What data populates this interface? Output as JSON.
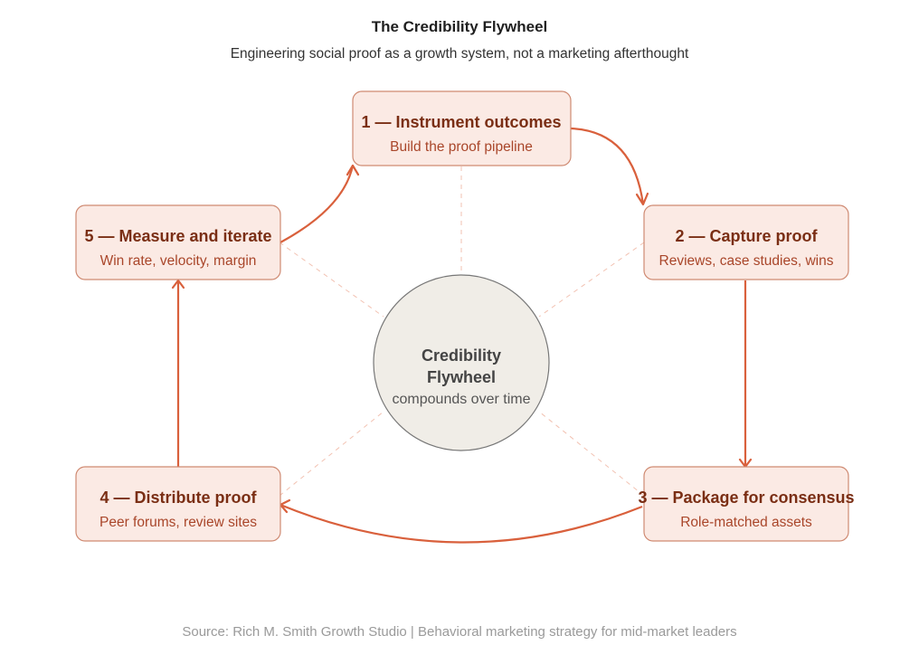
{
  "header": {
    "title": "The Credibility Flywheel",
    "subtitle": "Engineering social proof as a growth system, not a marketing afterthought"
  },
  "hub": {
    "title_line1": "Credibility",
    "title_line2": "Flywheel",
    "subtitle": "compounds over time"
  },
  "nodes": [
    {
      "title": "1 — Instrument outcomes",
      "subtitle": "Build the proof pipeline"
    },
    {
      "title": "2 — Capture proof",
      "subtitle": "Reviews, case studies, wins"
    },
    {
      "title": "3 — Package for consensus",
      "subtitle": "Role-matched assets"
    },
    {
      "title": "4 — Distribute proof",
      "subtitle": "Peer forums, review sites"
    },
    {
      "title": "5 — Measure and iterate",
      "subtitle": "Win rate, velocity, margin"
    }
  ],
  "edges": [
    {
      "from": 1,
      "to": 2
    },
    {
      "from": 2,
      "to": 3
    },
    {
      "from": 3,
      "to": 4
    },
    {
      "from": 4,
      "to": 5
    },
    {
      "from": 5,
      "to": 1
    }
  ],
  "colors": {
    "flow": "#d9603c",
    "node_fill": "#fbeae4",
    "node_border": "#cf8a72",
    "node_title": "#7a2e14",
    "node_subtitle": "#a9462a",
    "hub_fill": "#f0ede7"
  },
  "footer": {
    "source": "Source: Rich M. Smith Growth Studio | Behavioral marketing strategy for mid-market leaders"
  }
}
